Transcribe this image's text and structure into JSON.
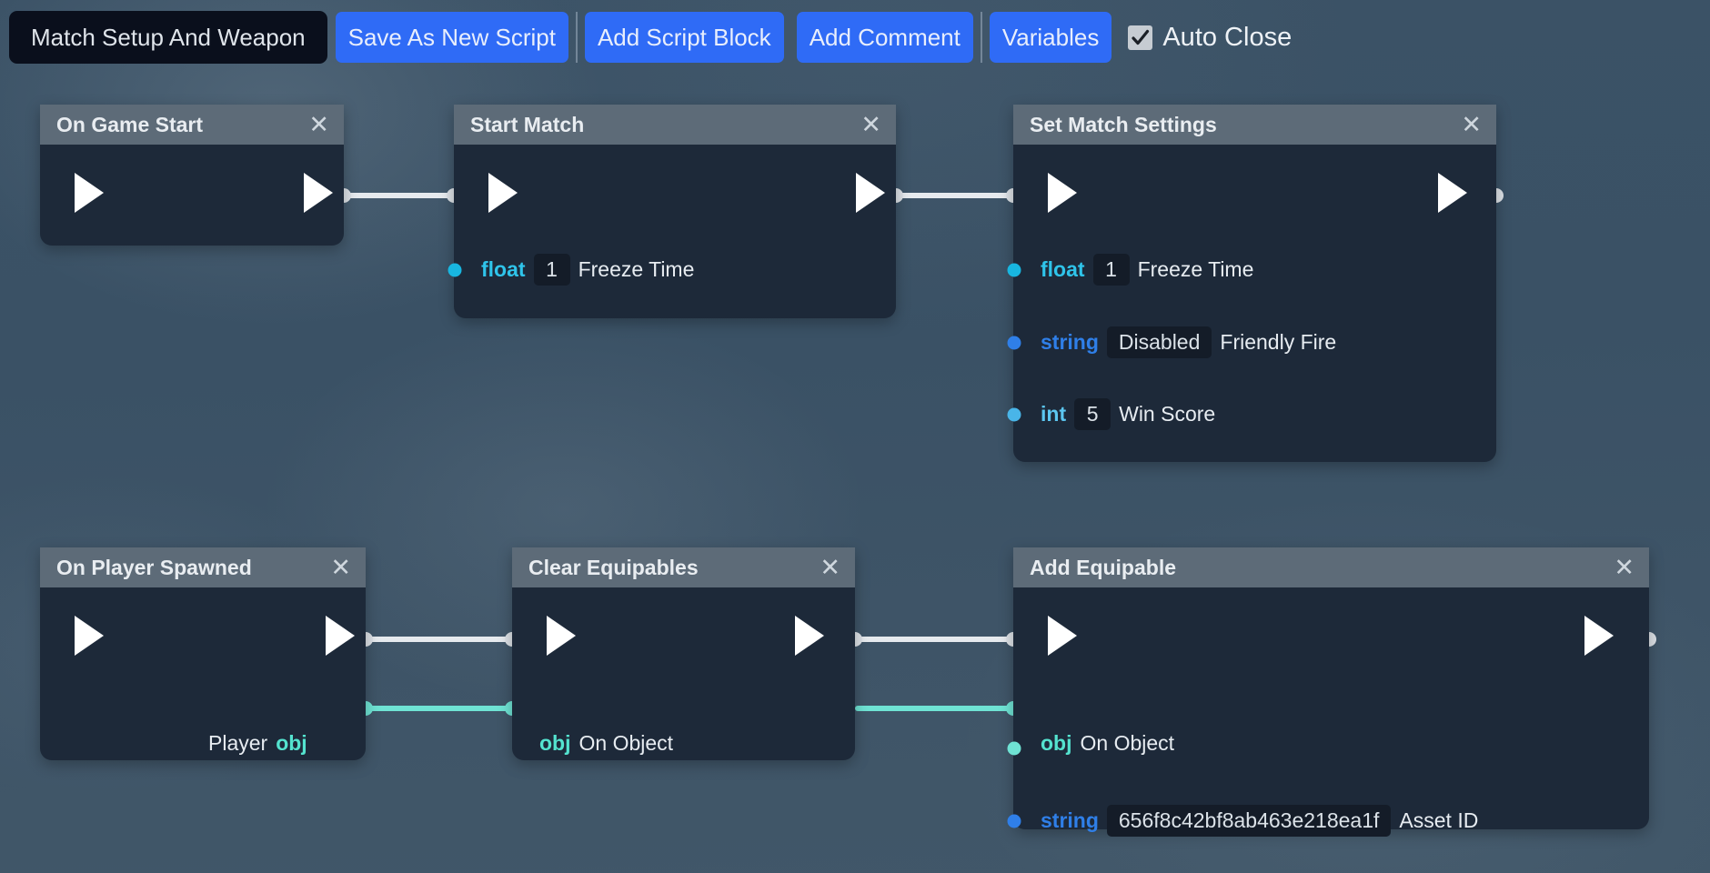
{
  "toolbar": {
    "script_name": "Match Setup And Weapon",
    "save_as_new_script": "Save As New Script",
    "add_script_block": "Add Script Block",
    "add_comment": "Add Comment",
    "variables": "Variables",
    "auto_close_label": "Auto Close",
    "auto_close_checked": true
  },
  "colors": {
    "accent_blue": "#2f6bf6",
    "node_header": "#5d6b78",
    "node_body": "#1d2939",
    "type_float": "#2fc4ea",
    "type_string": "#2f7fe8",
    "type_int": "#5cc6f0",
    "type_obj": "#54e3cf",
    "wire_exec": "#e6eaee",
    "wire_obj": "#6fe3d4"
  },
  "nodes": [
    {
      "id": "on-game-start",
      "title": "On Game Start",
      "close": "✕",
      "params": []
    },
    {
      "id": "start-match",
      "title": "Start Match",
      "close": "✕",
      "params": [
        {
          "type": "float",
          "value": "1",
          "label": "Freeze Time"
        }
      ]
    },
    {
      "id": "set-match-settings",
      "title": "Set Match Settings",
      "close": "✕",
      "params": [
        {
          "type": "float",
          "value": "1",
          "label": "Freeze Time"
        },
        {
          "type": "string",
          "value": "Disabled",
          "label": "Friendly Fire"
        },
        {
          "type": "int",
          "value": "5",
          "label": "Win Score"
        }
      ]
    },
    {
      "id": "on-player-spawned",
      "title": "On Player Spawned",
      "close": "✕",
      "outputs": [
        {
          "label": "Player",
          "type": "obj"
        }
      ]
    },
    {
      "id": "clear-equipables",
      "title": "Clear Equipables",
      "close": "✕",
      "params": [
        {
          "type": "obj",
          "value": "",
          "label": "On Object"
        }
      ]
    },
    {
      "id": "add-equipable",
      "title": "Add Equipable",
      "close": "✕",
      "params": [
        {
          "type": "obj",
          "value": "",
          "label": "On Object"
        },
        {
          "type": "string",
          "value": "656f8c42bf8ab463e218ea1f",
          "label": "Asset ID"
        }
      ]
    }
  ]
}
